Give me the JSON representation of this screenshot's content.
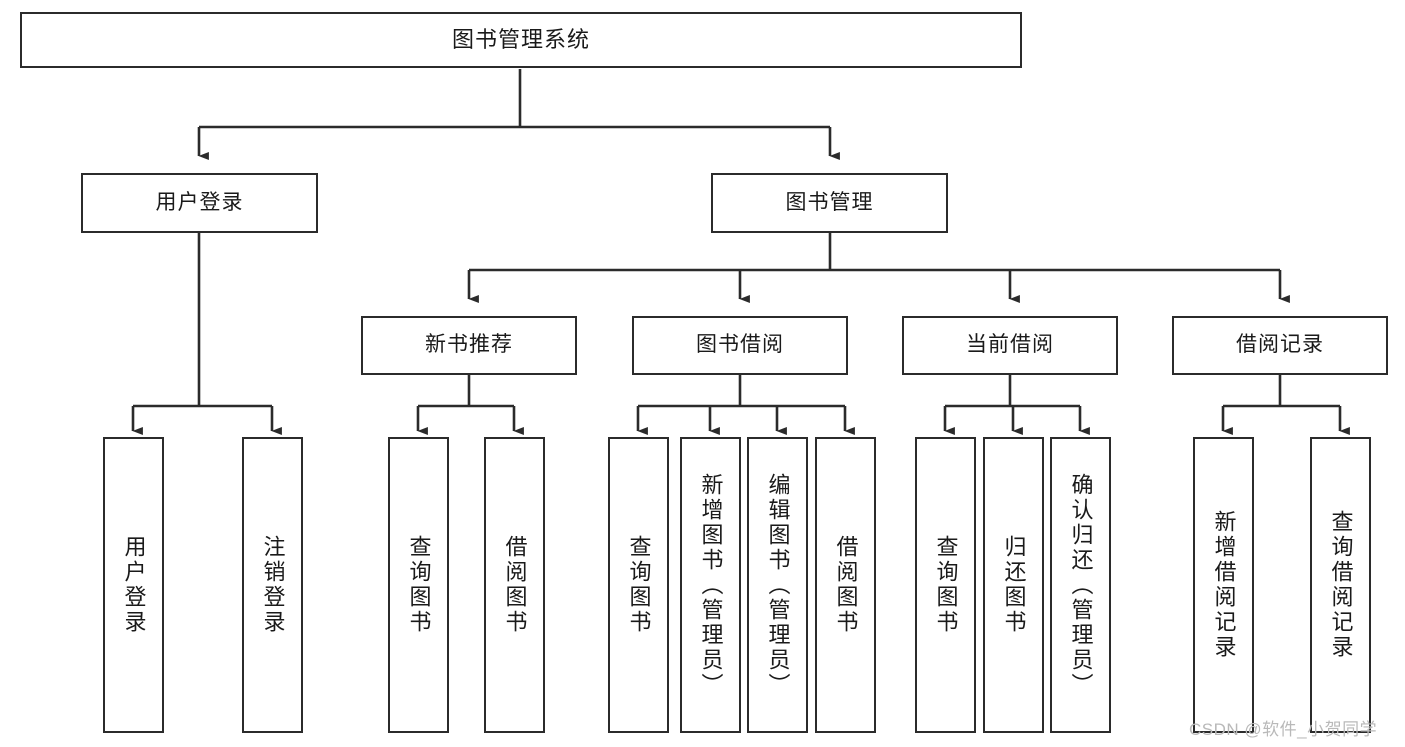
{
  "diagram": {
    "type": "tree-hierarchy",
    "title": "图书管理系统",
    "orientation": "top-down",
    "stroke_color": "#2b2b2b",
    "background_color": "#ffffff",
    "levels": [
      {
        "level": 1,
        "nodes": [
          {
            "id": "root",
            "label": "图书管理系统",
            "text_orientation": "horizontal"
          }
        ]
      },
      {
        "level": 2,
        "nodes": [
          {
            "id": "l2-login",
            "label": "用户登录",
            "text_orientation": "horizontal",
            "parent": "root"
          },
          {
            "id": "l2-book",
            "label": "图书管理",
            "text_orientation": "horizontal",
            "parent": "root"
          }
        ]
      },
      {
        "level": 3,
        "nodes": [
          {
            "id": "l3-newbook",
            "label": "新书推荐",
            "text_orientation": "horizontal",
            "parent": "l2-book"
          },
          {
            "id": "l3-borrow",
            "label": "图书借阅",
            "text_orientation": "horizontal",
            "parent": "l2-book"
          },
          {
            "id": "l3-current",
            "label": "当前借阅",
            "text_orientation": "horizontal",
            "parent": "l2-book"
          },
          {
            "id": "l3-record",
            "label": "借阅记录",
            "text_orientation": "horizontal",
            "parent": "l2-book"
          }
        ]
      },
      {
        "level": 4,
        "nodes": [
          {
            "id": "leaf-1",
            "label": "用户登录",
            "text_orientation": "vertical",
            "parent": "l2-login"
          },
          {
            "id": "leaf-2",
            "label": "注销登录",
            "text_orientation": "vertical",
            "parent": "l2-login"
          },
          {
            "id": "leaf-3",
            "label": "查询图书",
            "text_orientation": "vertical",
            "parent": "l3-newbook"
          },
          {
            "id": "leaf-4",
            "label": "借阅图书",
            "text_orientation": "vertical",
            "parent": "l3-newbook"
          },
          {
            "id": "leaf-5",
            "label": "查询图书",
            "text_orientation": "vertical",
            "parent": "l3-borrow"
          },
          {
            "id": "leaf-6",
            "label": "新增图书（管理员）",
            "text_orientation": "vertical",
            "parent": "l3-borrow"
          },
          {
            "id": "leaf-7",
            "label": "编辑图书（管理员）",
            "text_orientation": "vertical",
            "parent": "l3-borrow"
          },
          {
            "id": "leaf-8",
            "label": "借阅图书",
            "text_orientation": "vertical",
            "parent": "l3-borrow"
          },
          {
            "id": "leaf-9",
            "label": "查询图书",
            "text_orientation": "vertical",
            "parent": "l3-current"
          },
          {
            "id": "leaf-10",
            "label": "归还图书",
            "text_orientation": "vertical",
            "parent": "l3-current"
          },
          {
            "id": "leaf-11",
            "label": "确认归还（管理员）",
            "text_orientation": "vertical",
            "parent": "l3-current"
          },
          {
            "id": "leaf-12",
            "label": "新增借阅记录",
            "text_orientation": "vertical",
            "parent": "l3-record"
          },
          {
            "id": "leaf-13",
            "label": "查询借阅记录",
            "text_orientation": "vertical",
            "parent": "l3-record"
          }
        ]
      }
    ]
  },
  "watermark": {
    "text": "CSDN @软件_小贺同学"
  }
}
